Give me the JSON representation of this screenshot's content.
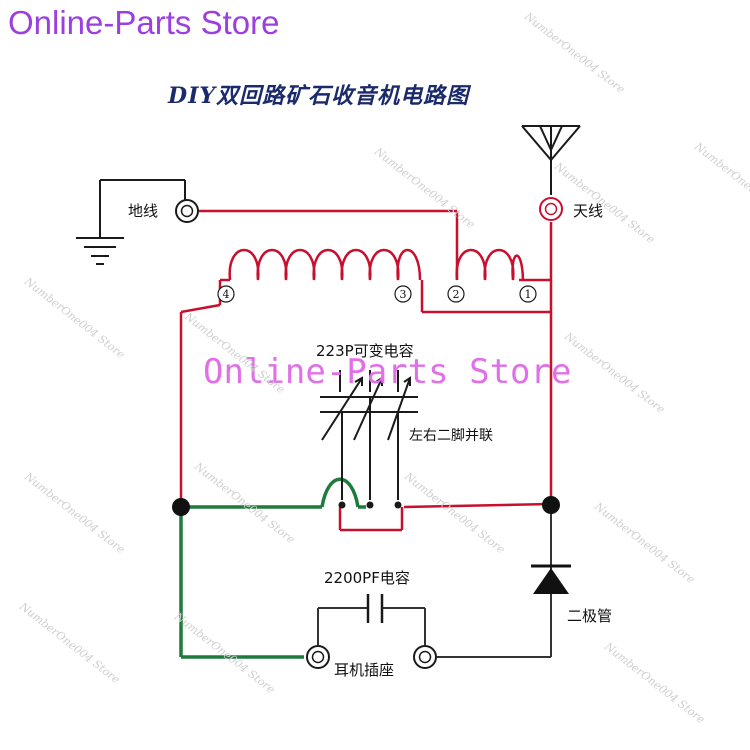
{
  "store_name": "Online-Parts Store",
  "title": "DIY双回路矿石收音机电路图",
  "watermark_center": "Online-Parts Store",
  "watermark_diag": "NumberOne004 Store",
  "labels": {
    "ground": "地线",
    "antenna": "天线",
    "variable_cap": "223P可变电容",
    "parallel_note": "左右二脚并联",
    "fixed_cap": "2200PF电容",
    "diode": "二极管",
    "earphone_jack": "耳机插座"
  },
  "terminals": [
    "4",
    "3",
    "2",
    "1"
  ],
  "colors": {
    "red_wire": "#c8102e",
    "green_wire": "#1f7a3d",
    "black": "#1a1a1a",
    "gray_wire": "#333333",
    "store": "#9b3fe0",
    "watermark": "#e070e8",
    "title": "#1b2a6b"
  }
}
